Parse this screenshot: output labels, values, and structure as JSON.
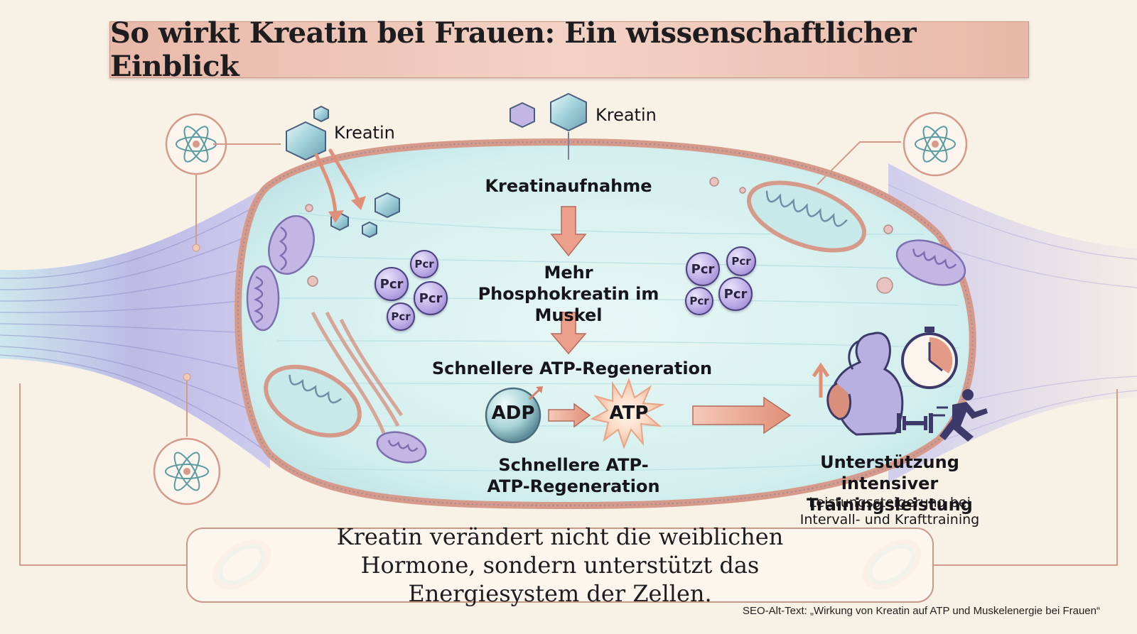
{
  "title": "So wirkt Kreatin bei Frauen: Ein wissenschaftlicher Einblick",
  "labels": {
    "kreatin_left": "Kreatin",
    "kreatin_top": "Kreatin",
    "step1": "Kreatinaufnahme",
    "step2": "Mehr Phosphokreatin im Muskel",
    "step3": "Schnellere ATP-Regeneration",
    "adp": "ADP",
    "atp": "ATP",
    "step4": "Schnellere ATP- ATP-Regeneration",
    "result_title": "Unterstützung intensiver Trainingsleistung",
    "result_sub": "Leistungssteigerung bei Intervall- und Krafttraining"
  },
  "pcr_label": "Pcr",
  "footer": "Kreatin verändert nicht die weiblichen Hormone, sondern unterstützt das Energiesystem der Zellen.",
  "seo_text": "SEO-Alt-Text: „Wirkung von Kreatin auf ATP und Muskelenergie bei Frauen“",
  "colors": {
    "title_bg": "#f0c8b8",
    "cell": "#d9f1f0",
    "membrane": "#d69a8a",
    "pcr": "#b7a8e4",
    "arrow": "#e39a86"
  }
}
